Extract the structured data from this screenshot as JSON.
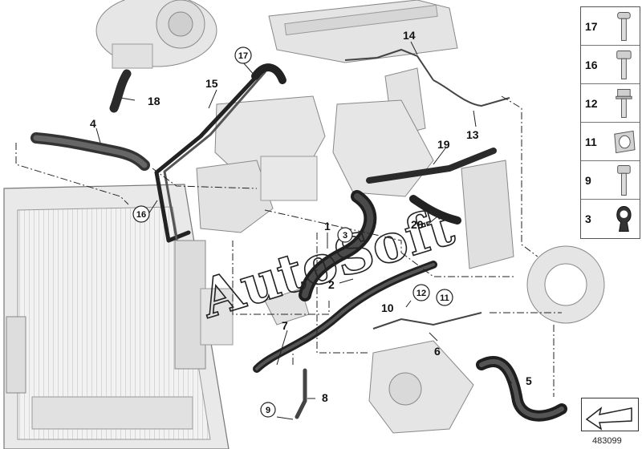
{
  "callouts": {
    "c1": "1",
    "c2": "2",
    "c3": "3",
    "c4": "4",
    "c5": "5",
    "c6": "6",
    "c7": "7",
    "c8": "8",
    "c9": "9",
    "c10": "10",
    "c11": "11",
    "c12": "12",
    "c13": "13",
    "c14": "14",
    "c15": "15",
    "c16": "16",
    "c17": "17",
    "c18": "18",
    "c19": "19",
    "c20": "20"
  },
  "legend": {
    "items": [
      {
        "num": "17",
        "icon": "bolt-icon"
      },
      {
        "num": "16",
        "icon": "bolt-icon"
      },
      {
        "num": "12",
        "icon": "bolt-icon"
      },
      {
        "num": "11",
        "icon": "collar-nut-icon"
      },
      {
        "num": "9",
        "icon": "bolt-icon"
      },
      {
        "num": "3",
        "icon": "hose-clamp-icon"
      }
    ]
  },
  "watermark": "AutoSoft",
  "doc_number": "483099"
}
